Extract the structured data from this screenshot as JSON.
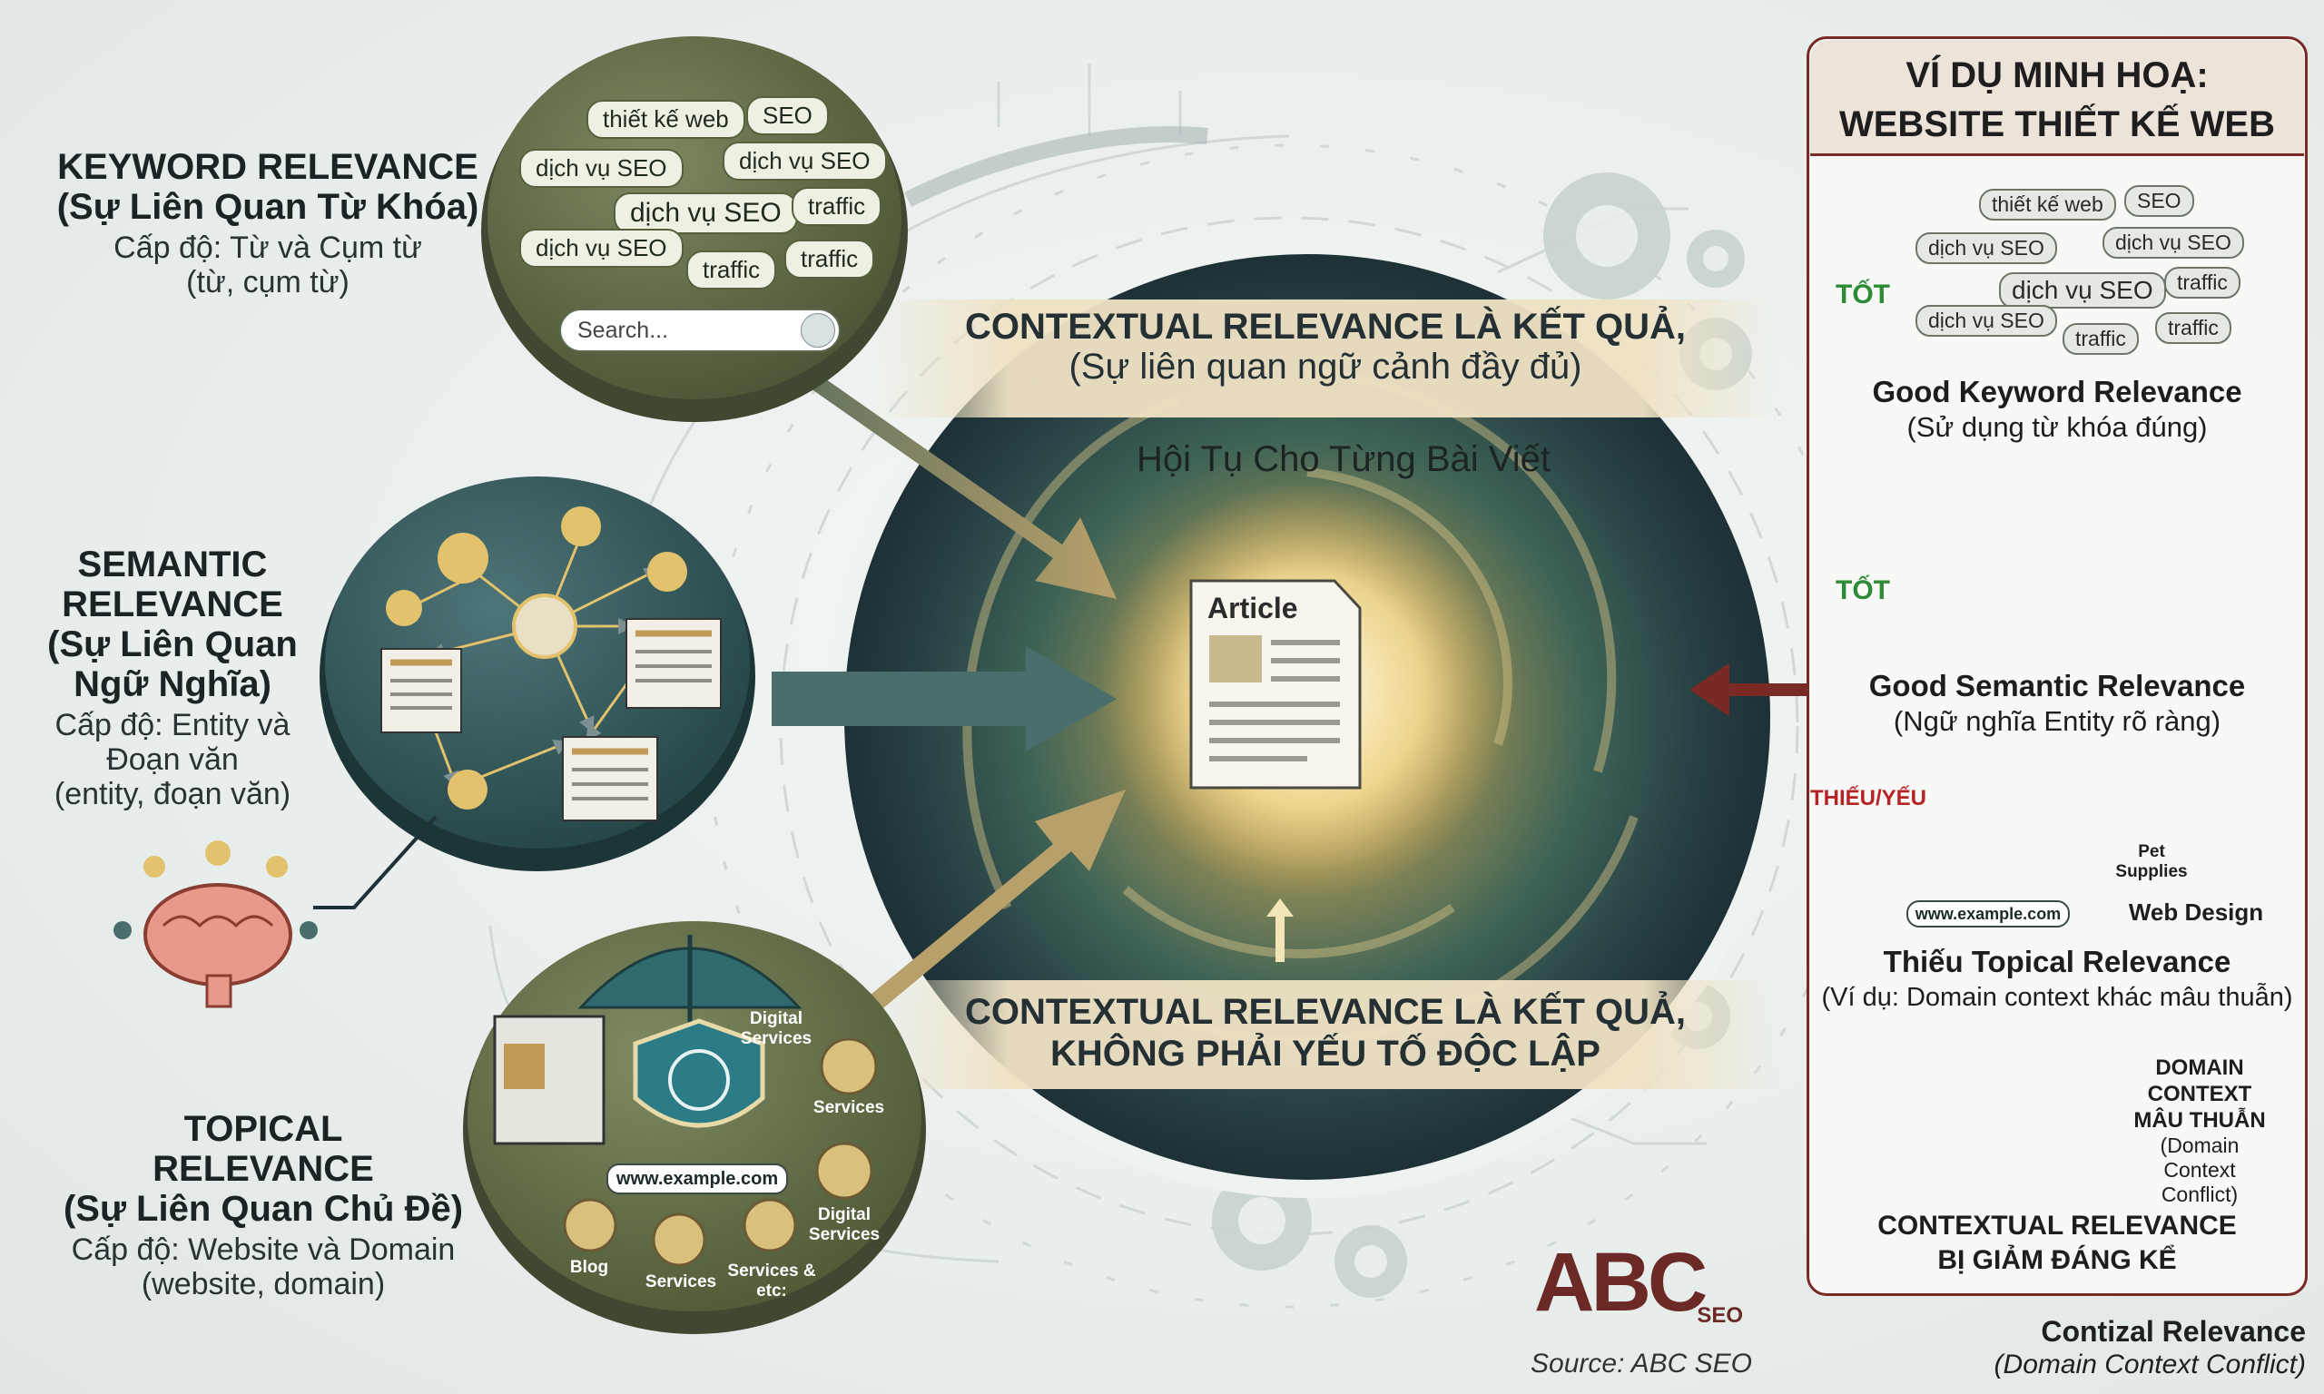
{
  "center": {
    "banner_top_line1": "CONTEXTUAL RELEVANCE LÀ KẾT QUẢ,",
    "banner_top_line2": "(Sự liên quan ngữ cảnh đầy đủ)",
    "convergence": "Hội Tụ Cho Từng Bài Viết",
    "article_label": "Article",
    "banner_bottom_line1": "CONTEXTUAL RELEVANCE LÀ KẾT QUẢ,",
    "banner_bottom_line2": "KHÔNG PHẢI YẾU TỐ ĐỘC LẬP"
  },
  "keyword": {
    "title_line1": "KEYWORD RELEVANCE",
    "title_line2": "(Sự Liên Quan Từ Khóa)",
    "level_line1": "Cấp độ: Từ và Cụm từ",
    "level_line2": "(từ, cụm từ)",
    "bubbles": [
      "thiết kế web",
      "SEO",
      "dịch vụ SEO",
      "dịch vụ SEO",
      "dịch vụ SEO",
      "traffic",
      "dịch vụ SEO",
      "traffic",
      "traffic"
    ],
    "search_placeholder": "Search..."
  },
  "semantic": {
    "title_line1": "SEMANTIC",
    "title_line2": "RELEVANCE",
    "title_line3": "(Sự Liên Quan",
    "title_line4": "Ngữ Nghĩa)",
    "level_line1": "Cấp độ: Entity và",
    "level_line2": "Đoạn văn",
    "level_line3": "(entity, đoạn văn)"
  },
  "topical": {
    "title_line1": "TOPICAL",
    "title_line2": "RELEVANCE",
    "title_line3": "(Sự Liên Quan Chủ Đề)",
    "level_line1": "Cấp độ: Website và Domain",
    "level_line2": "(website, domain)",
    "url": "www.example.com",
    "items": {
      "digital_services_top": "Digital Services",
      "services_right": "Services",
      "digital_services_right": "Digital Services",
      "blog": "Blog",
      "services_bottom": "Services",
      "services_etc": "Services & etc:"
    }
  },
  "panel": {
    "header_line1": "VÍ DỤ MINH HOẠ:",
    "header_line2": "WEBSITE THIẾT KẾ WEB",
    "good_label": "TỐT",
    "bad_label": "THIẾU/YẾU",
    "keyword_bubbles": [
      "thiết kế web",
      "SEO",
      "dịch vụ SEO",
      "dịch vụ SEO",
      "traffic",
      "dịch vụ SEO",
      "traffic",
      "traffic"
    ],
    "good_keyword_title": "Good Keyword Relevance",
    "good_keyword_desc": "(Sử dụng từ khóa đúng)",
    "good_semantic_title": "Good Semantic Relevance",
    "good_semantic_desc": "(Ngữ nghĩa Entity rõ ràng)",
    "topical_url": "www.example.com",
    "pet_supplies": "Pet Supplies",
    "web_design": "Web Design",
    "missing_topical_title": "Thiếu Topical Relevance",
    "missing_topical_desc": "(Ví dụ: Domain context khác mâu thuẫn)",
    "conflict_line1": "DOMAIN",
    "conflict_line2": "CONTEXT",
    "conflict_line3": "MÂU THUẪN",
    "conflict_line4": "(Domain Context",
    "conflict_line5": "Conflict)",
    "result_line1": "CONTEXTUAL RELEVANCE",
    "result_line2": "BỊ GIẢM ĐÁNG KỂ"
  },
  "footer": {
    "logo_main": "ABC",
    "logo_sub": "SEO",
    "source": "Source: ABC SEO",
    "caption_title": "Contizal Relevance",
    "caption_sub": "(Domain Context Conflict)"
  },
  "colors": {
    "olive": "#5b6440",
    "teal": "#2f5b5f",
    "gold": "#c9a65a",
    "maroon": "#7a2a24",
    "good_green": "#2d8a37",
    "bad_red": "#c72a2a"
  }
}
